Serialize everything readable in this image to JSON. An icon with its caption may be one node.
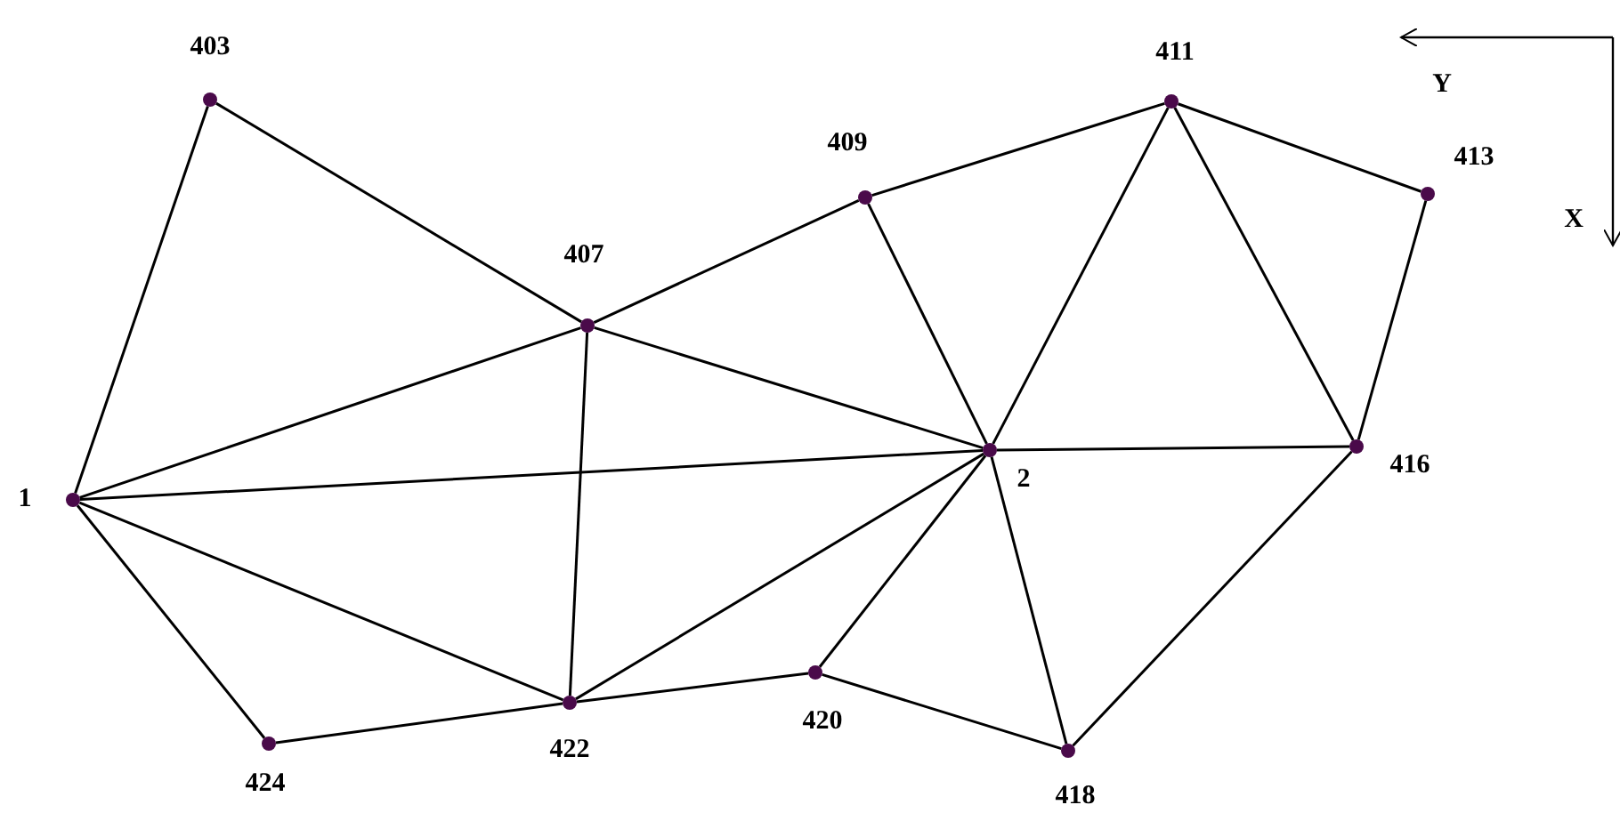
{
  "diagram": {
    "nodes": [
      {
        "text": [],
        "shape": "circle",
        "beside": [
          "403"
        ]
      },
      {
        "text": [],
        "shape": "circle",
        "beside": [
          "411"
        ]
      },
      {
        "text": [],
        "shape": "circle",
        "beside": [
          "409"
        ]
      },
      {
        "text": [],
        "shape": "circle",
        "beside": [
          "413"
        ]
      },
      {
        "text": [],
        "shape": "circle",
        "beside": [
          "407"
        ]
      },
      {
        "text": [],
        "shape": "circle",
        "beside": [
          "2"
        ]
      },
      {
        "text": [],
        "shape": "circle",
        "beside": [
          "416"
        ]
      },
      {
        "text": [],
        "shape": "circle",
        "beside": [
          "1"
        ]
      },
      {
        "text": [],
        "shape": "circle",
        "beside": [
          "420"
        ]
      },
      {
        "text": [],
        "shape": "circle",
        "beside": [
          "422"
        ]
      },
      {
        "text": [],
        "shape": "circle",
        "beside": [
          "424"
        ]
      },
      {
        "text": [],
        "shape": "circle",
        "beside": [
          "418"
        ]
      }
    ],
    "edges": [
      {
        "from": 0,
        "to": 7,
        "arrow": "none"
      },
      {
        "from": 0,
        "to": 4,
        "arrow": "none"
      },
      {
        "from": 4,
        "to": 2,
        "arrow": "none"
      },
      {
        "from": 2,
        "to": 1,
        "arrow": "none"
      },
      {
        "from": 1,
        "to": 3,
        "arrow": "none"
      },
      {
        "from": 3,
        "to": 6,
        "arrow": "none"
      },
      {
        "from": 1,
        "to": 6,
        "arrow": "none"
      },
      {
        "from": 1,
        "to": 5,
        "arrow": "none"
      },
      {
        "from": 2,
        "to": 5,
        "arrow": "none"
      },
      {
        "from": 4,
        "to": 5,
        "arrow": "none"
      },
      {
        "from": 4,
        "to": 7,
        "arrow": "none"
      },
      {
        "from": 4,
        "to": 9,
        "arrow": "none"
      },
      {
        "from": 7,
        "to": 5,
        "arrow": "none"
      },
      {
        "from": 7,
        "to": 9,
        "arrow": "none"
      },
      {
        "from": 7,
        "to": 10,
        "arrow": "none"
      },
      {
        "from": 10,
        "to": 9,
        "arrow": "none"
      },
      {
        "from": 9,
        "to": 8,
        "arrow": "none"
      },
      {
        "from": 9,
        "to": 5,
        "arrow": "none"
      },
      {
        "from": 8,
        "to": 5,
        "arrow": "none"
      },
      {
        "from": 8,
        "to": 11,
        "arrow": "none"
      },
      {
        "from": 5,
        "to": 11,
        "arrow": "none"
      },
      {
        "from": 11,
        "to": 6,
        "arrow": "none"
      },
      {
        "from": 5,
        "to": 6,
        "arrow": "none"
      }
    ],
    "labels": [
      "Y",
      "X"
    ]
  }
}
